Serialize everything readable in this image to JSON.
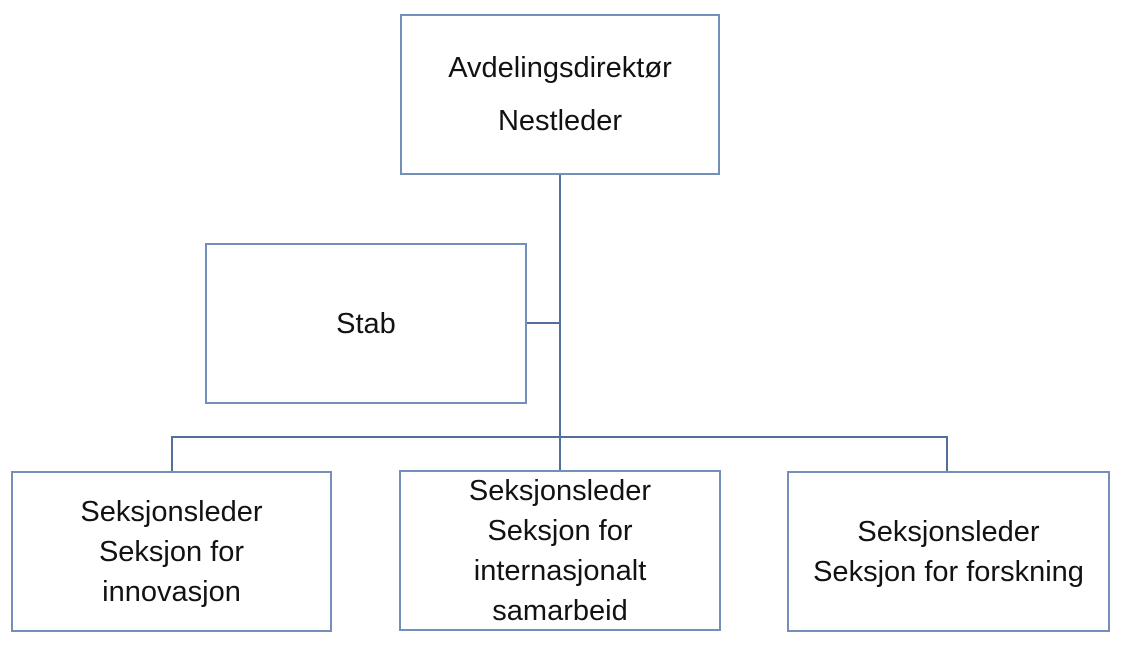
{
  "chart": {
    "type": "org-chart",
    "nodes": {
      "director": {
        "lines": [
          "Avdelingsdirektør",
          "Nestleder"
        ]
      },
      "stab": {
        "lines": [
          "Stab"
        ]
      },
      "innovation": {
        "lines": [
          "Seksjonsleder",
          "Seksjon for",
          "innovasjon"
        ]
      },
      "international": {
        "lines": [
          "Seksjonsleder",
          "Seksjon for",
          "internasjonalt",
          "samarbeid"
        ]
      },
      "research": {
        "lines": [
          "Seksjonsleder",
          "Seksjon for forskning"
        ]
      }
    },
    "colors": {
      "box_fill": "#ffffff",
      "box_border": "#7490ba",
      "connector": "#51709b",
      "text": "#121212",
      "background": "#ffffff"
    }
  }
}
